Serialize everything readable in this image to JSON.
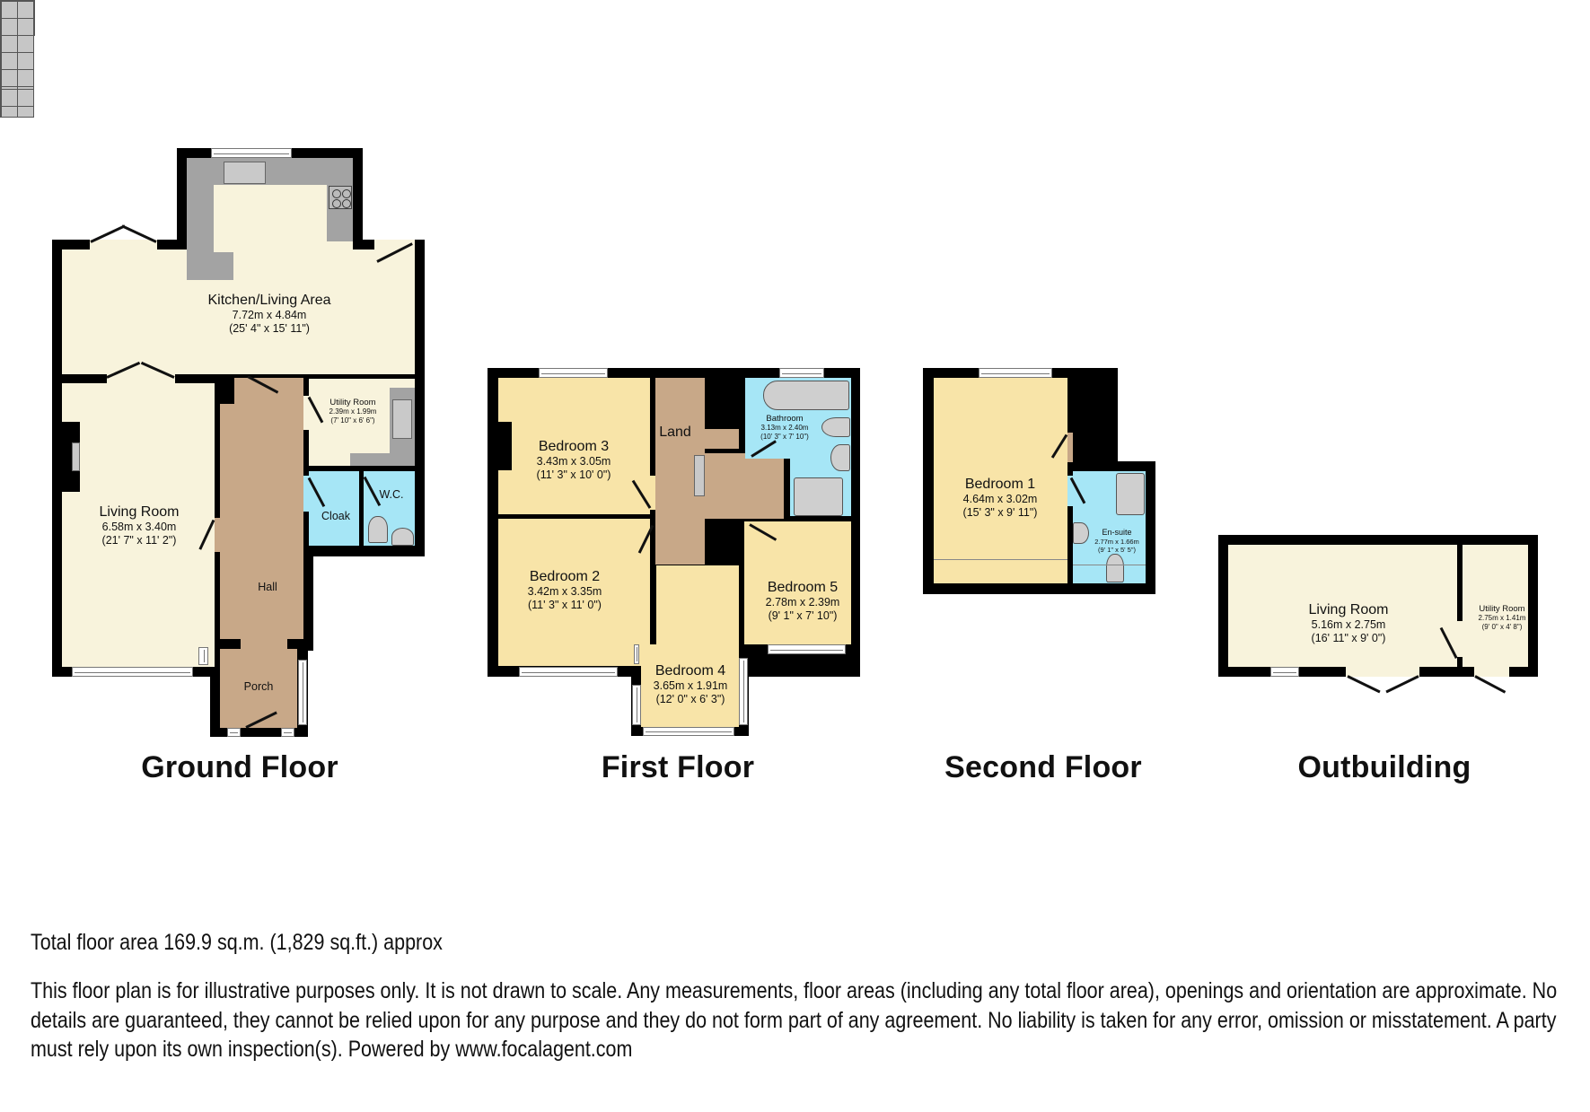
{
  "floors": {
    "ground": {
      "title": "Ground Floor",
      "rooms": {
        "kitchen": {
          "name": "Kitchen/Living Area",
          "metric": "7.72m x 4.84m",
          "imperial": "(25' 4\" x 15' 11\")"
        },
        "living": {
          "name": "Living Room",
          "metric": "6.58m x 3.40m",
          "imperial": "(21' 7\" x 11' 2\")"
        },
        "utility": {
          "name": "Utility Room",
          "metric": "2.39m x 1.99m",
          "imperial": "(7' 10\" x 6' 6\")"
        },
        "cloak": {
          "name": "Cloak"
        },
        "wc": {
          "name": "W.C."
        },
        "hall": {
          "name": "Hall"
        },
        "porch": {
          "name": "Porch"
        }
      }
    },
    "first": {
      "title": "First Floor",
      "rooms": {
        "bedroom3": {
          "name": "Bedroom 3",
          "metric": "3.43m x 3.05m",
          "imperial": "(11' 3\" x 10' 0\")"
        },
        "bedroom2": {
          "name": "Bedroom 2",
          "metric": "3.42m x 3.35m",
          "imperial": "(11' 3\" x 11' 0\")"
        },
        "bedroom4": {
          "name": "Bedroom 4",
          "metric": "3.65m x 1.91m",
          "imperial": "(12' 0\" x 6' 3\")"
        },
        "bedroom5": {
          "name": "Bedroom 5",
          "metric": "2.78m x 2.39m",
          "imperial": "(9' 1\" x 7' 10\")"
        },
        "bathroom": {
          "name": "Bathroom",
          "metric": "3.13m x 2.40m",
          "imperial": "(10' 3\" x 7' 10\")"
        },
        "landing": {
          "name": "Land"
        }
      }
    },
    "second": {
      "title": "Second Floor",
      "rooms": {
        "bedroom1": {
          "name": "Bedroom 1",
          "metric": "4.64m x 3.02m",
          "imperial": "(15' 3\" x 9' 11\")"
        },
        "ensuite": {
          "name": "En-suite",
          "metric": "2.77m x 1.66m",
          "imperial": "(9' 1\" x 5' 5\")"
        }
      }
    },
    "outbuilding": {
      "title": "Outbuilding",
      "rooms": {
        "living": {
          "name": "Living Room",
          "metric": "5.16m x 2.75m",
          "imperial": "(16' 11\" x 9' 0\")"
        },
        "utility": {
          "name": "Utility Room",
          "metric": "2.75m x 1.41m",
          "imperial": "(9' 0\" x 4' 8\")"
        }
      }
    }
  },
  "footer": {
    "total_area": "Total floor area 169.9 sq.m. (1,829 sq.ft.) approx",
    "disclaimer": "This floor plan is for illustrative purposes only. It is not drawn to scale. Any measurements, floor areas (including any total floor area), openings and orientation are approximate. No details are guaranteed, they cannot be relied upon for any purpose and they do not form part of any agreement. No liability is taken for any error, omission or misstatement. A party must rely upon its own inspection(s). Powered by www.focalagent.com"
  },
  "colors": {
    "wall": "#000000",
    "living_area": "#F8F3DC",
    "bedroom": "#F8E4A8",
    "circulation": "#C8A888",
    "wet_room": "#A6E6F6",
    "worktop": "#A3A3A3"
  }
}
